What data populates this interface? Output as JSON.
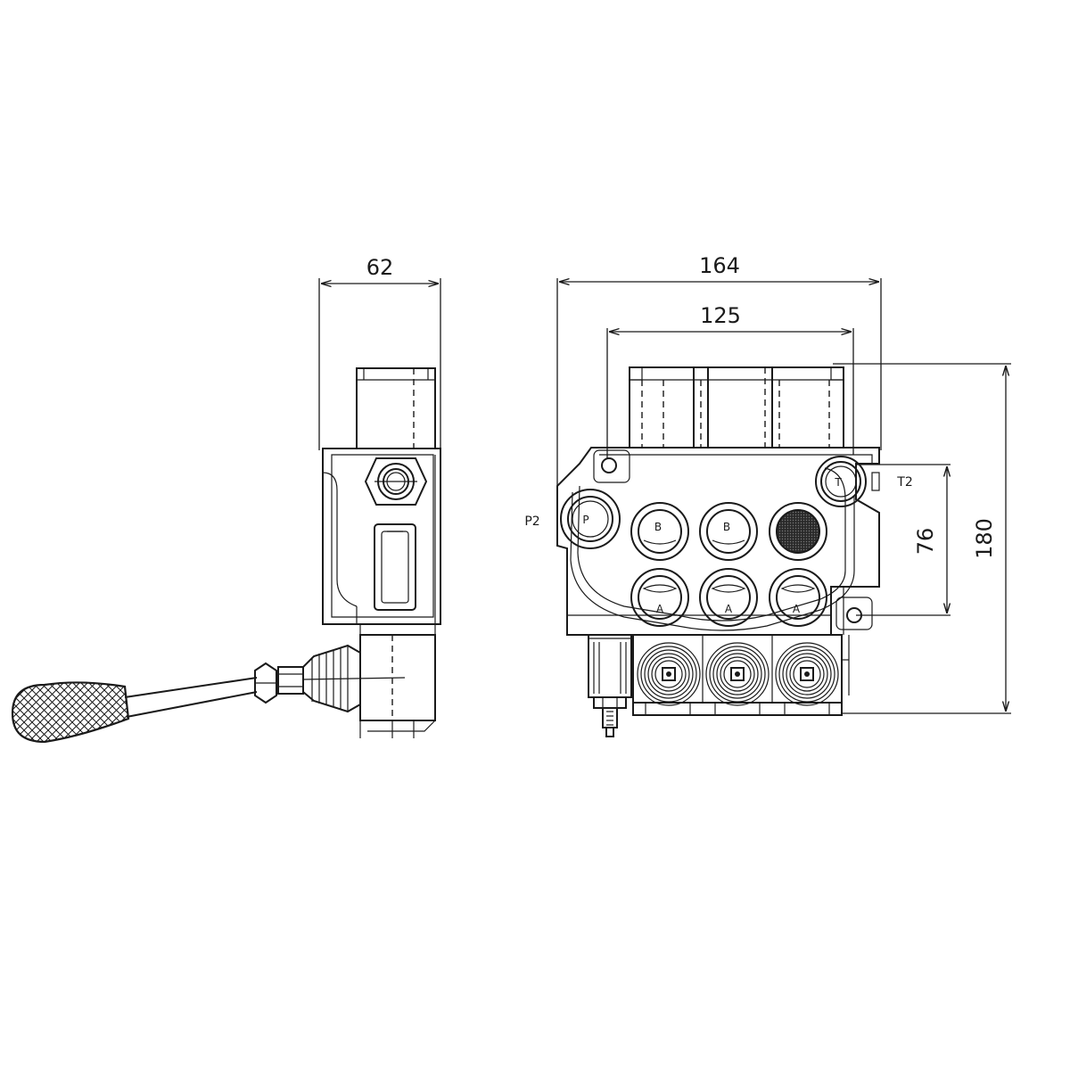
{
  "dimensions": {
    "side_width": "62",
    "overall_width": "164",
    "mount_spacing": "125",
    "port_spacing": "76",
    "overall_height": "180"
  },
  "ports": {
    "p2": "P2",
    "t2": "T2",
    "p": "P",
    "t": "T",
    "b1": "B",
    "b2": "B",
    "a1": "A",
    "a2": "A",
    "a3": "A"
  },
  "colors": {
    "line": "#1a1a1a",
    "background": "#ffffff"
  }
}
